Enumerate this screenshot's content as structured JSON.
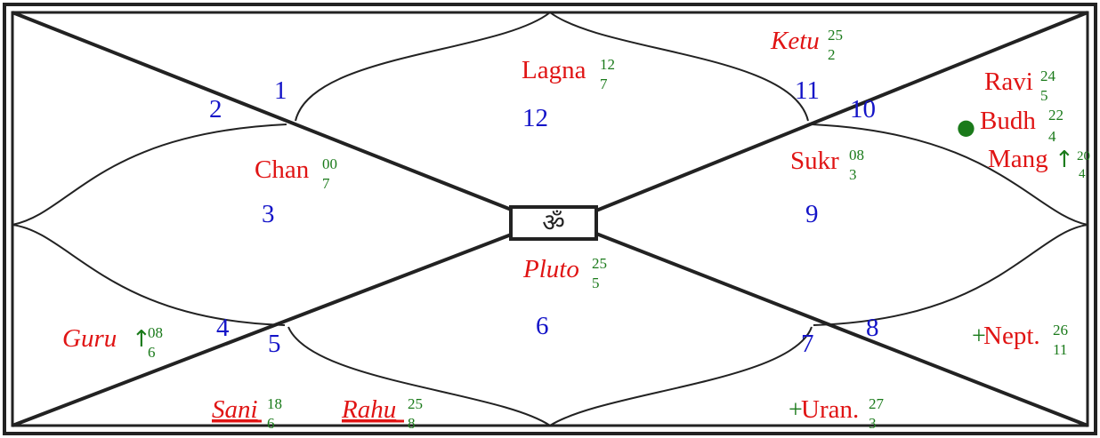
{
  "center_symbol": "ॐ",
  "colors": {
    "house_number": "#1414c8",
    "planet_name": "#e01414",
    "degree": "#1a7a1a",
    "line": "#222222"
  },
  "house_numbers": [
    "1",
    "2",
    "3",
    "4",
    "5",
    "6",
    "7",
    "8",
    "9",
    "10",
    "11",
    "12"
  ],
  "planets": [
    {
      "name": "Lagna",
      "deg": "12",
      "nak": "7",
      "italic": false,
      "underline": false,
      "prefix": "",
      "suffix": ""
    },
    {
      "name": "Ketu",
      "deg": "25",
      "nak": "2",
      "italic": true,
      "underline": false,
      "prefix": "",
      "suffix": ""
    },
    {
      "name": "Ravi",
      "deg": "24",
      "nak": "5",
      "italic": false,
      "underline": false,
      "prefix": "",
      "suffix": ""
    },
    {
      "name": "Budh",
      "deg": "22",
      "nak": "4",
      "italic": false,
      "underline": false,
      "prefix": "●",
      "suffix": ""
    },
    {
      "name": "Mang",
      "deg": "20",
      "nak": "4",
      "italic": false,
      "underline": false,
      "prefix": "",
      "suffix": "↑"
    },
    {
      "name": "Chan",
      "deg": "00",
      "nak": "7",
      "italic": false,
      "underline": false,
      "prefix": "",
      "suffix": ""
    },
    {
      "name": "Sukr",
      "deg": "08",
      "nak": "3",
      "italic": false,
      "underline": false,
      "prefix": "",
      "suffix": ""
    },
    {
      "name": "Pluto",
      "deg": "25",
      "nak": "5",
      "italic": true,
      "underline": false,
      "prefix": "",
      "suffix": ""
    },
    {
      "name": "Guru",
      "deg": "08",
      "nak": "6",
      "italic": true,
      "underline": false,
      "prefix": "",
      "suffix": "↑"
    },
    {
      "name": "Nept.",
      "deg": "26",
      "nak": "11",
      "italic": false,
      "underline": false,
      "prefix": "+",
      "suffix": ""
    },
    {
      "name": "Sani",
      "deg": "18",
      "nak": "6",
      "italic": true,
      "underline": true,
      "prefix": "",
      "suffix": ""
    },
    {
      "name": "Rahu",
      "deg": "25",
      "nak": "8",
      "italic": true,
      "underline": true,
      "prefix": "",
      "suffix": ""
    },
    {
      "name": "Uran.",
      "deg": "27",
      "nak": "3",
      "italic": false,
      "underline": false,
      "prefix": "+",
      "suffix": ""
    }
  ]
}
